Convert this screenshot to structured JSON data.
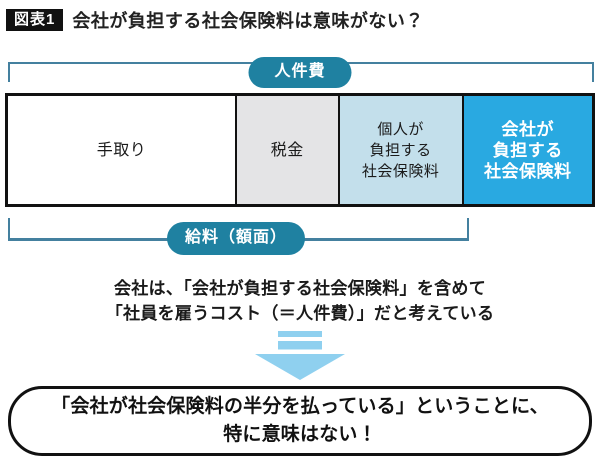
{
  "title": {
    "badge": "図表1",
    "text": "会社が負担する社会保険料は意味がない？"
  },
  "top_bracket": {
    "label": "人件費"
  },
  "bar": {
    "segments": [
      {
        "name": "tedori",
        "lines": [
          "手取り"
        ],
        "bg": "#ffffff",
        "color": "#1a1a1a",
        "width_pct": 39.2,
        "bold": false
      },
      {
        "name": "zeikin",
        "lines": [
          "税金"
        ],
        "bg": "#e4e4e6",
        "color": "#1a1a1a",
        "width_pct": 17.6,
        "bold": false
      },
      {
        "name": "kojin-shaho",
        "lines": [
          "個人が",
          "負担する",
          "社会保険料"
        ],
        "bg": "#c3dfeb",
        "color": "#1a1a1a",
        "width_pct": 21.2,
        "bold": false
      },
      {
        "name": "kaisha-shaho",
        "lines": [
          "会社が",
          "負担する",
          "社会保険料"
        ],
        "bg": "#29a9e1",
        "color": "#ffffff",
        "width_pct": 22.0,
        "bold": true
      }
    ]
  },
  "bottom_bracket": {
    "label": "給料（額面）"
  },
  "note": {
    "line1": "会社は、「会社が負担する社会保険料」を含めて",
    "line2": "「社員を雇うコスト（＝人件費）」だと考えている"
  },
  "conclusion": {
    "line1": "「会社が社会保険料の半分を払っている」ということに、",
    "line2": "特に意味はない！"
  },
  "colors": {
    "teal_pill": "#1f81a1",
    "bracket_line": "#44809f",
    "company_cyan": "#29a9e1",
    "personal_blue": "#c3dfeb",
    "tax_gray": "#e4e4e6",
    "arrow_blue": "#8fd0ef",
    "border_black": "#111111"
  }
}
